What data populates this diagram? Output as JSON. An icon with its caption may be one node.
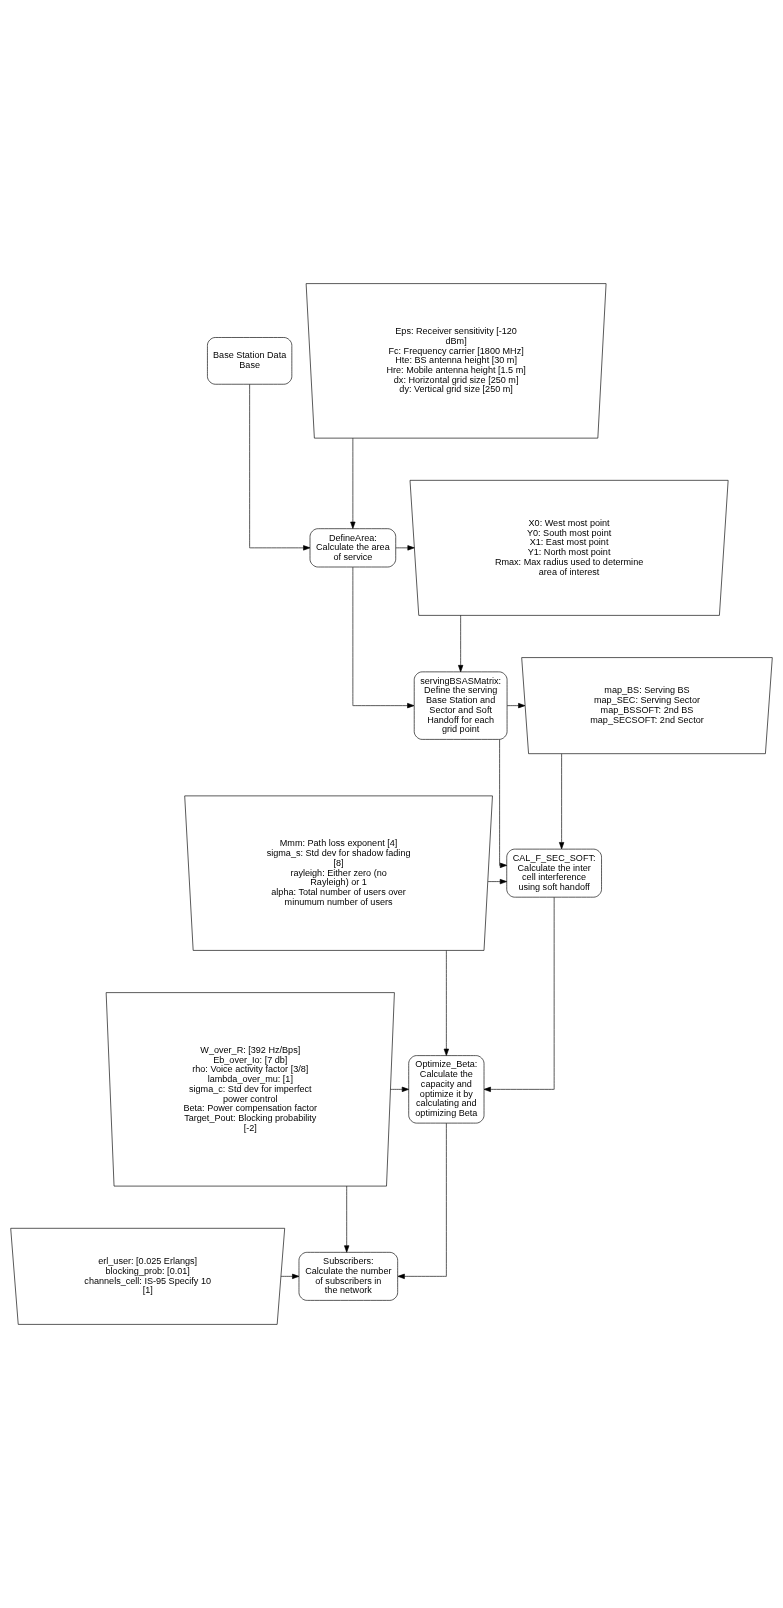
{
  "diagram": {
    "nodes": [
      {
        "text": [
          "Base Station Data Base"
        ]
      },
      {
        "text": [
          "Eps: Receiver sensitivity [-120 dBm]",
          "Fc: Frequency carrier [1800 MHz]",
          "Hte: BS antenna height [30 m]",
          "Hre: Mobile antenna height [1.5 m]",
          "dx: Horizontal grid size [250 m]",
          "dy: Vertical grid size [250 m]"
        ]
      },
      {
        "text": [
          "DefineArea: Calculate the area of service"
        ]
      },
      {
        "text": [
          "X0: West most point",
          "Y0: South most point",
          "X1: East most point",
          "Y1: North most point",
          "Rmax: Max radius used to determine area of interest"
        ]
      },
      {
        "text": [
          "servingBSASMatrix: Define the serving Base Station and Sector and Soft Handoff for each grid point"
        ]
      },
      {
        "text": [
          "map_BS: Serving BS",
          "map_SEC: Serving Sector",
          "map_BSSOFT: 2nd BS",
          "map_SECSOFT: 2nd Sector"
        ]
      },
      {
        "text": [
          "Mmm: Path loss exponent [4]",
          "sigma_s: Std dev for shadow fading [8]",
          "rayleigh: Either zero (no Rayleigh) or 1",
          "alpha: Total number of users over minumum number of users"
        ]
      },
      {
        "text": [
          "CAL_F_SEC_SOFT: Calculate the inter cell interference using soft handoff"
        ]
      },
      {
        "text": [
          "W_over_R: [392 Hz/Bps]",
          "Eb_over_Io: [7 db]",
          "rho: Voice activity factor [3/8]",
          "lambda_over_mu: [1]",
          "sigma_c: Std dev for imperfect power control",
          "Beta: Power compensation factor",
          "Target_Pout: Blocking probability [-2]"
        ]
      },
      {
        "text": [
          "Optimize_Beta: Calculate the capacity and optimize it by calculating and optimizing Beta"
        ]
      },
      {
        "text": [
          "erl_user: [0.025 Erlangs]",
          "blocking_prob: [0.01]",
          "channels_cell: IS-95 Specify 10 [1]"
        ]
      },
      {
        "text": [
          "Subscribers: Calculate the number of subscribers in the network"
        ]
      }
    ],
    "edges": [
      {
        "from": 0,
        "to": 2,
        "arrow": "to"
      },
      {
        "from": 1,
        "to": 2,
        "arrow": "to"
      },
      {
        "from": 2,
        "to": 3,
        "arrow": "to"
      },
      {
        "from": 2,
        "to": 4,
        "arrow": "to"
      },
      {
        "from": 3,
        "to": 4,
        "arrow": "to"
      },
      {
        "from": 4,
        "to": 5,
        "arrow": "to"
      },
      {
        "from": 4,
        "to": 7,
        "arrow": "to"
      },
      {
        "from": 5,
        "to": 7,
        "arrow": "to"
      },
      {
        "from": 6,
        "to": 7,
        "arrow": "to"
      },
      {
        "from": 6,
        "to": 9,
        "arrow": "to"
      },
      {
        "from": 7,
        "to": 9,
        "arrow": "to"
      },
      {
        "from": 8,
        "to": 9,
        "arrow": "to"
      },
      {
        "from": 8,
        "to": 11,
        "arrow": "to"
      },
      {
        "from": 9,
        "to": 11,
        "arrow": "to"
      },
      {
        "from": 10,
        "to": 11,
        "arrow": "to"
      }
    ]
  }
}
